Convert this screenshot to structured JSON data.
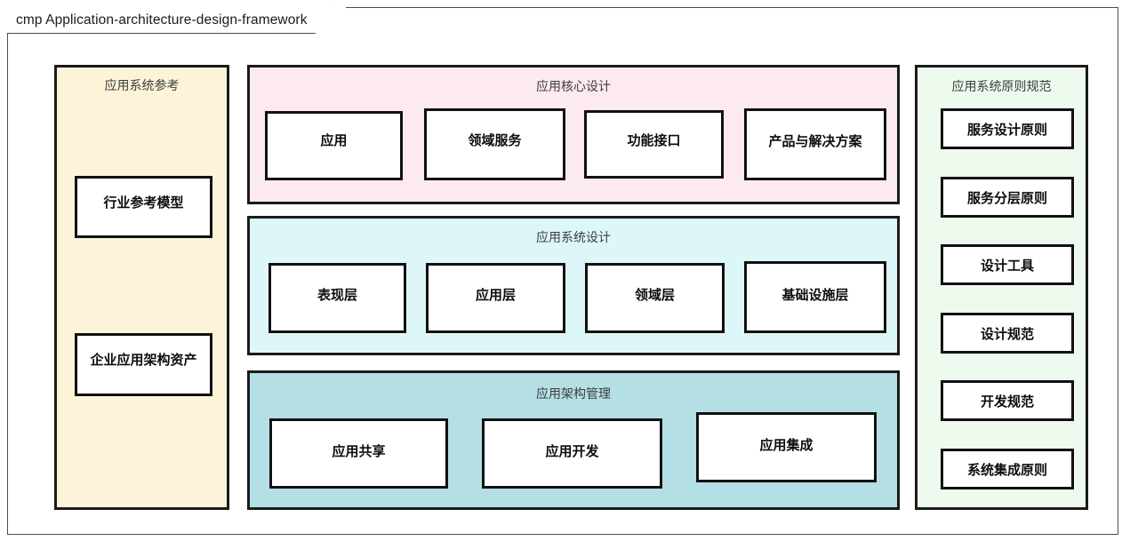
{
  "diagram": {
    "frame_kind": "cmp",
    "frame_label": "cmp Application-architecture-design-framework",
    "colors": {
      "reference_fill": "#fcf3d9",
      "core_fill": "#fdeaf0",
      "system_fill": "#ddf7f8",
      "manage_fill": "#b3dfe5",
      "principles_fill": "#eefaee",
      "node_fill": "#ffffff",
      "node_border": "#111111",
      "frame_border": "#4d4d4d"
    }
  },
  "groups": {
    "reference": {
      "title": "应用系统参考",
      "nodes": [
        {
          "label": "行业参考模型"
        },
        {
          "label": "企业应用架构资产"
        }
      ]
    },
    "core": {
      "title": "应用核心设计",
      "nodes": [
        {
          "label": "应用"
        },
        {
          "label": "领域服务"
        },
        {
          "label": "功能接口"
        },
        {
          "label": "产品与解决方案"
        }
      ]
    },
    "system": {
      "title": "应用系统设计",
      "nodes": [
        {
          "label": "表现层"
        },
        {
          "label": "应用层"
        },
        {
          "label": "领域层"
        },
        {
          "label": "基础设施层"
        }
      ]
    },
    "manage": {
      "title": "应用架构管理",
      "nodes": [
        {
          "label": "应用共享"
        },
        {
          "label": "应用开发"
        },
        {
          "label": "应用集成"
        }
      ]
    },
    "principles": {
      "title": "应用系统原则规范",
      "nodes": [
        {
          "label": "服务设计原则"
        },
        {
          "label": "服务分层原则"
        },
        {
          "label": "设计工具"
        },
        {
          "label": "设计规范"
        },
        {
          "label": "开发规范"
        },
        {
          "label": "系统集成原则"
        }
      ]
    }
  }
}
